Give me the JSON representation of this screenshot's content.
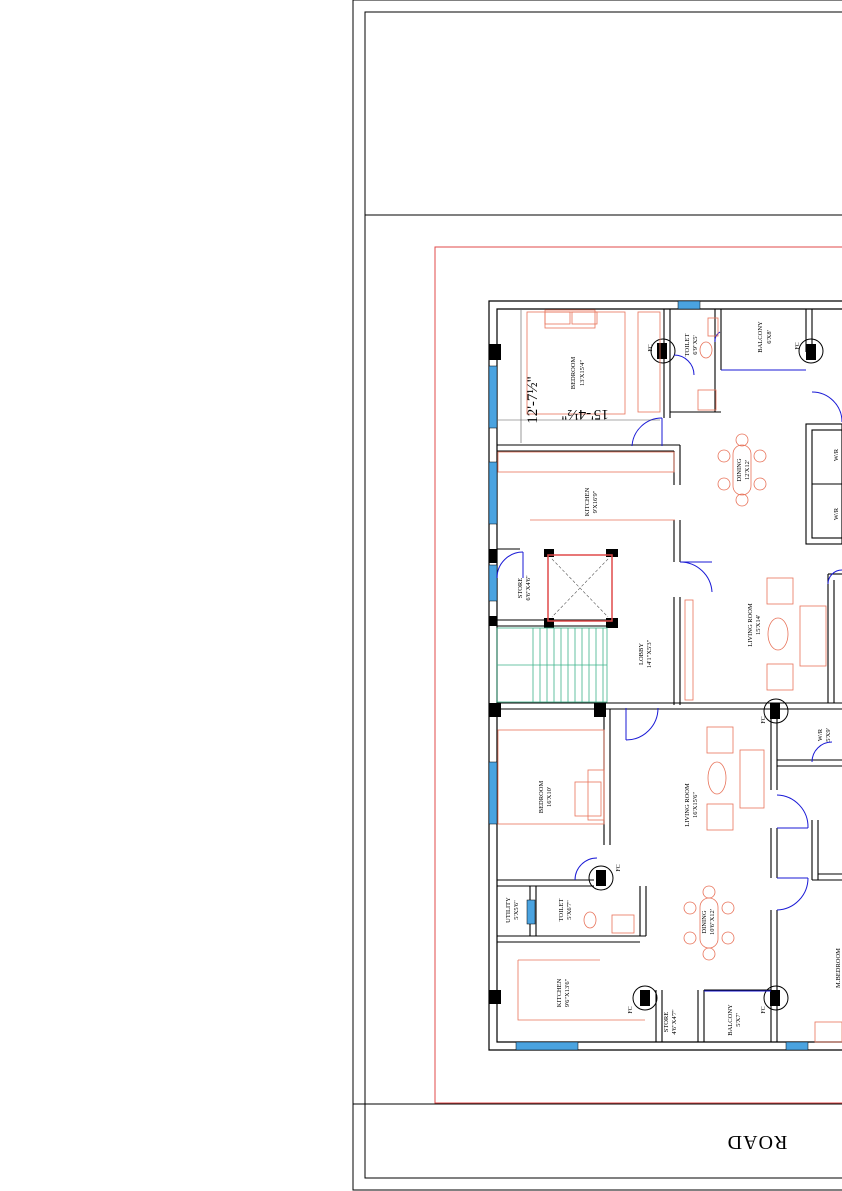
{
  "road_label": "ROAD",
  "dimensions": {
    "dim_a": "12'-7½\"",
    "dim_b": "15'-4½\""
  },
  "fc_label": "FC",
  "rooms_upper": [
    {
      "name": "BEDROOM",
      "size": "13'X15'4\""
    },
    {
      "name": "TOILET",
      "size": "6'9\"X5'"
    },
    {
      "name": "BALCONY",
      "size": "6'X8'"
    },
    {
      "name": "DINING",
      "size": "12'X12'"
    },
    {
      "name": "KITCHEN",
      "size": "9'X16'9\""
    },
    {
      "name": "STORE",
      "size": "6'6\"X4'6\""
    },
    {
      "name": "LOBBY",
      "size": "14'1\"X5'3\""
    },
    {
      "name": "LIVING ROOM",
      "size": "15'X14'"
    },
    {
      "name": "W/R",
      "size": ""
    },
    {
      "name": "W/R",
      "size": ""
    }
  ],
  "rooms_lower": [
    {
      "name": "BEDROOM",
      "size": "16'X10'"
    },
    {
      "name": "LIVING ROOM",
      "size": "16'X15'6\""
    },
    {
      "name": "W/R",
      "size": "5'X9'"
    },
    {
      "name": "UTILITY",
      "size": "5'X5'6\""
    },
    {
      "name": "TOILET",
      "size": "5'X6'7\""
    },
    {
      "name": "DINING",
      "size": "10'6\"X12'"
    },
    {
      "name": "KITCHEN",
      "size": "9'6\"X13'6\""
    },
    {
      "name": "STORE",
      "size": "4'6\"X4'7\""
    },
    {
      "name": "BALCONY",
      "size": "5'X7'"
    },
    {
      "name": "M.BEDROOM",
      "size": ""
    }
  ],
  "colors": {
    "wall": "#000000",
    "furniture": "#e8735a",
    "door": "#1a1ad6",
    "window": "#4aa3e0",
    "stairs": "#3cb38a",
    "boundary": "#e04a4a"
  }
}
